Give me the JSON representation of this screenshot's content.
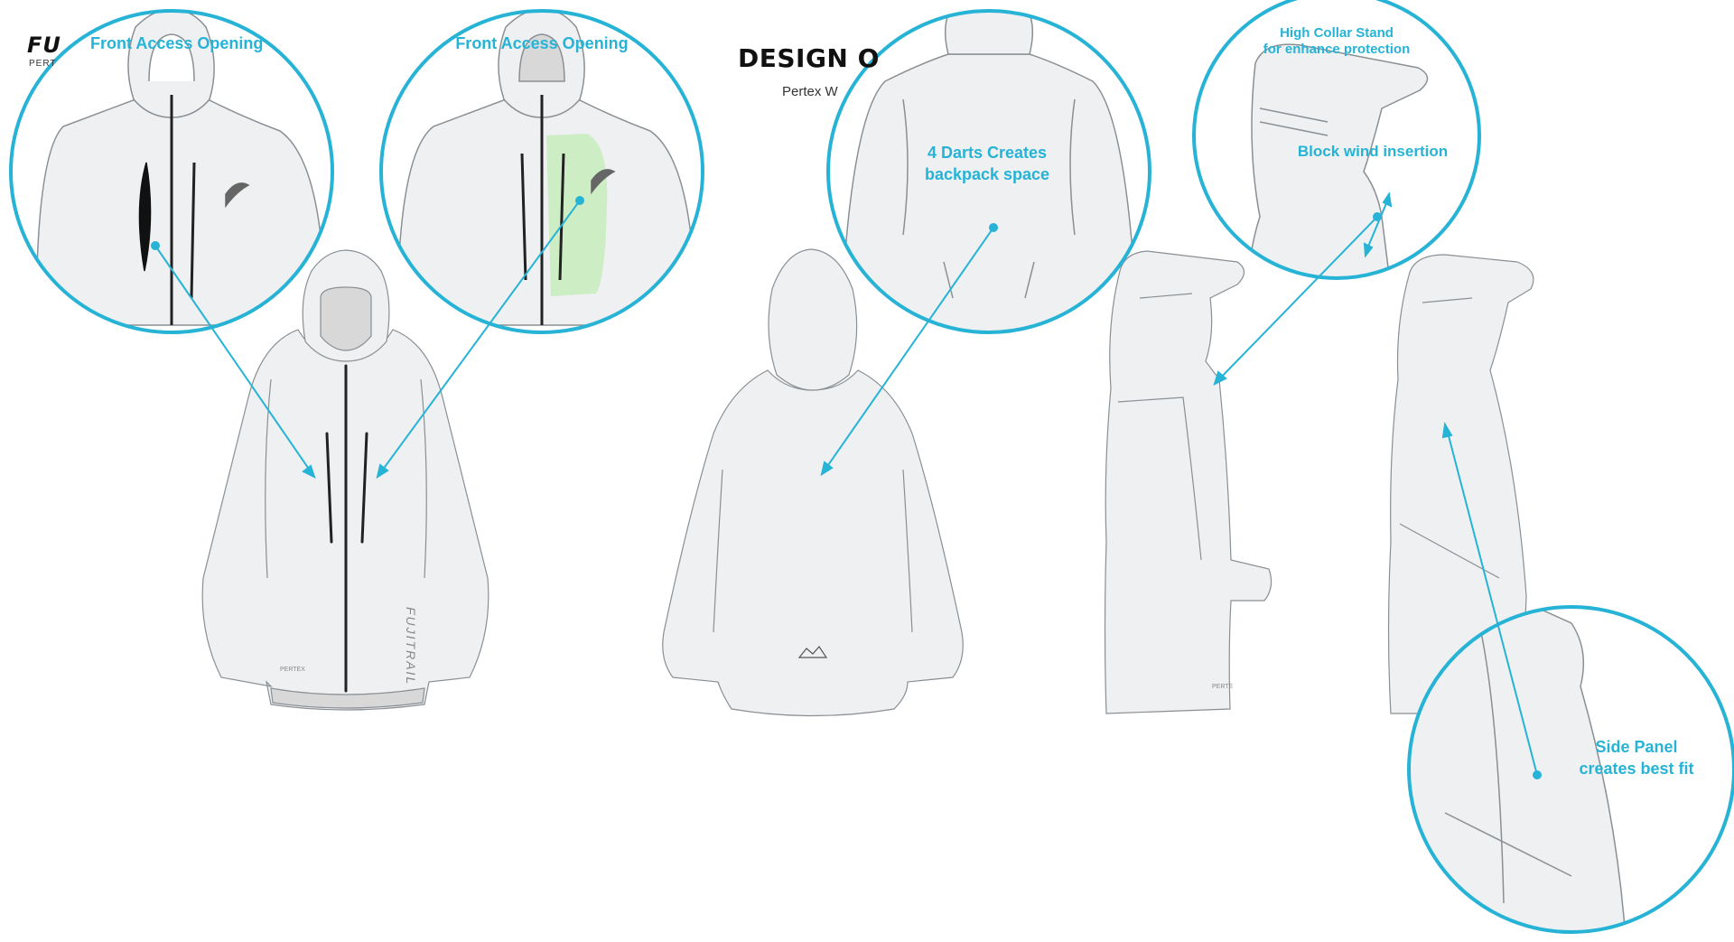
{
  "header": {
    "brand": "FU",
    "brand_sub": "PERT",
    "title": "DESIGN O",
    "subtitle": "Pertex W"
  },
  "callouts": {
    "front_access_1": "Front Access Opening",
    "front_access_2": "Front Access Opening",
    "darts_line1": "4 Darts Creates",
    "darts_line2": "backpack space",
    "collar_line1": "High Collar Stand",
    "collar_line2": "for enhance protection",
    "block_wind": "Block wind insertion",
    "side_panel_line1": "Side Panel",
    "side_panel_line2": "creates best fit"
  },
  "garment_labels": {
    "front_vertical_logo": "FUJITRAIL",
    "pertex_front": "PERTEX",
    "pertex_side": "PERTE"
  },
  "colors": {
    "accent": "#26b3d6",
    "garment_fill": "#eef0f1",
    "garment_line": "#8a8f94",
    "hood_inner": "#d8d8d8",
    "pocket_highlight": "#cdeec4",
    "zip": "#222222"
  }
}
